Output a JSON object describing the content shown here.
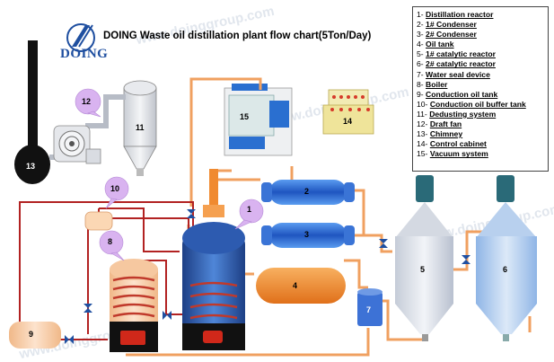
{
  "title": "DOING Waste oil distillation plant flow chart(5Ton/Day)",
  "logo": {
    "text": "DOING",
    "icon": "doing-logo-icon"
  },
  "watermark": "www.doinggroup.com",
  "legend": [
    {
      "num": "1-",
      "label": "Distillation reactor"
    },
    {
      "num": "2-",
      "label": "1# Condenser"
    },
    {
      "num": "3-",
      "label": "2# Condenser"
    },
    {
      "num": "4-",
      "label": "Oil tank"
    },
    {
      "num": "5-",
      "label": "1# catalytic reactor"
    },
    {
      "num": "6-",
      "label": "2# catalytic reactor"
    },
    {
      "num": "7-",
      "label": "Water seal device"
    },
    {
      "num": "8-",
      "label": "Boiler"
    },
    {
      "num": "9-",
      "label": "Conduction oil tank"
    },
    {
      "num": "10-",
      "label": "Conduction oil buffer tank"
    },
    {
      "num": "11-",
      "label": "Dedusting system"
    },
    {
      "num": "12-",
      "label": "Draft fan"
    },
    {
      "num": "13-",
      "label": "Chimney"
    },
    {
      "num": "14-",
      "label": "Control cabinet"
    },
    {
      "num": "15-",
      "label": "Vacuum system"
    }
  ],
  "equipment_labels": {
    "e1": "1",
    "e2": "2",
    "e3": "3",
    "e4": "4",
    "e5": "5",
    "e6": "6",
    "e7": "7",
    "e8": "8",
    "e9": "9",
    "e10": "10",
    "e11": "11",
    "e12": "12",
    "e13": "13",
    "e14": "14",
    "e15": "15"
  },
  "colors": {
    "pipe_orange": "#f0a060",
    "pipe_red": "#b22222",
    "reactor_blue": "#3565b5",
    "condenser_blue": "#2f6bd6",
    "oil_tank_orange": "#f28a2a",
    "boiler_peach": "#f7c9a0",
    "catalytic_grey": "#d8dde6",
    "catalytic_blue": "#a9c8ee",
    "label_bubble": "#d9b3f0"
  }
}
